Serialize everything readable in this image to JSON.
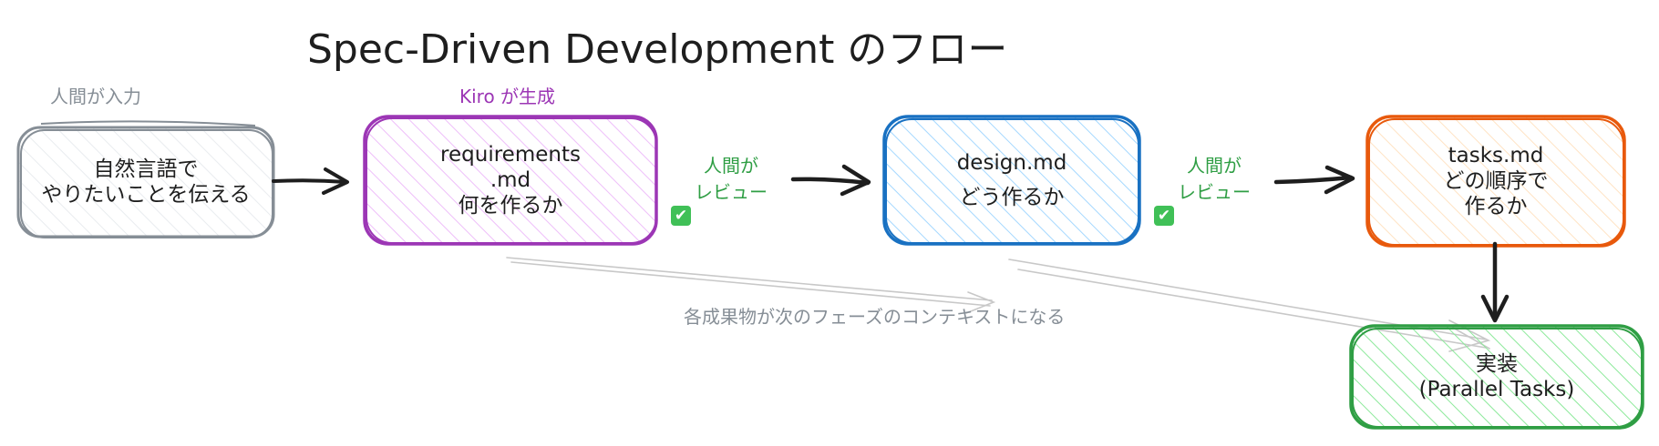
{
  "title": "Spec-Driven Development のフロー",
  "captions": {
    "human_input": "人間が入力",
    "kiro_generates": "Kiro が生成"
  },
  "boxes": {
    "natural_language": {
      "line1": "自然言語で",
      "line2": "やりたいことを伝える"
    },
    "requirements": {
      "line1": "requirements",
      "line2": ".md",
      "line3": "何を作るか"
    },
    "design": {
      "line1": "design.md",
      "line2": "どう作るか"
    },
    "tasks": {
      "line1": "tasks.md",
      "line2": "どの順序で",
      "line3": "作るか"
    },
    "implementation": {
      "line1": "実装",
      "line2": "(Parallel Tasks)"
    }
  },
  "reviews": {
    "first": {
      "line1": "人間が",
      "line2": "レビュー"
    },
    "second": {
      "line1": "人間が",
      "line2": "レビュー"
    },
    "check_glyph": "✔"
  },
  "context_note": "各成果物が次のフェーズのコンテキストになる",
  "colors": {
    "gray": "#868e96",
    "purple": "#9c36b5",
    "purple_fill": "#eebefa",
    "blue": "#1971c2",
    "blue_fill": "#a5d8ff",
    "orange": "#e8590c",
    "orange_fill": "#ffd8a8",
    "green": "#2f9e44",
    "green_fill": "#8ce99a",
    "arrow": "#1e1e1e",
    "context_arrow": "#c8c8c8"
  }
}
